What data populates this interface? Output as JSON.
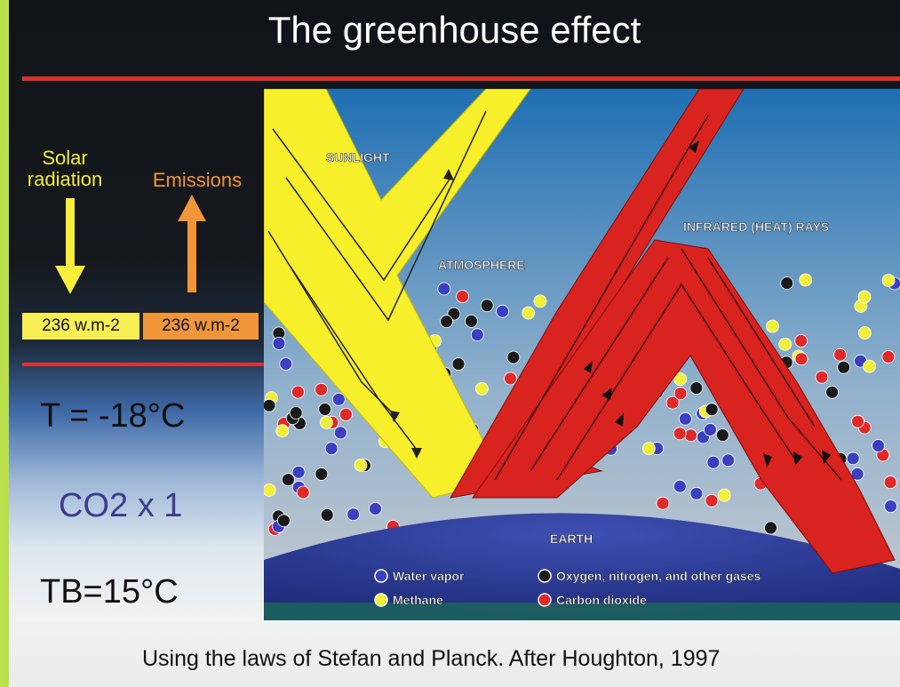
{
  "title": "The greenhouse effect",
  "left_panel": {
    "solar_label": "Solar\nradiation",
    "emissions_label": "Emissions",
    "solar_value": "236 w.m-2",
    "emissions_value": "236 w.m-2",
    "temperature": "T = -18°C",
    "co2": "CO2 x 1",
    "tb": "TB=15°C"
  },
  "diagram": {
    "sunlight": "SUNLIGHT",
    "infrared": "INFRARED (HEAT) RAYS",
    "atmosphere": "ATMOSPHERE",
    "earth": "EARTH",
    "legend": {
      "water_vapor": "Water vapor",
      "methane": "Methane",
      "oxygen": "Oxygen, nitrogen, and other gases",
      "co2": "Carbon dioxide"
    }
  },
  "caption": "Using the laws of Stefan and Planck. After Houghton, 1997",
  "colors": {
    "water_vapor": "#3b3fc0",
    "methane": "#f1ef3a",
    "oxygen": "#1a1a1a",
    "co2": "#e02a2a",
    "sunlight": "#f6ef2a",
    "infrared": "#d9231f",
    "title_rule": "#e0302a"
  }
}
